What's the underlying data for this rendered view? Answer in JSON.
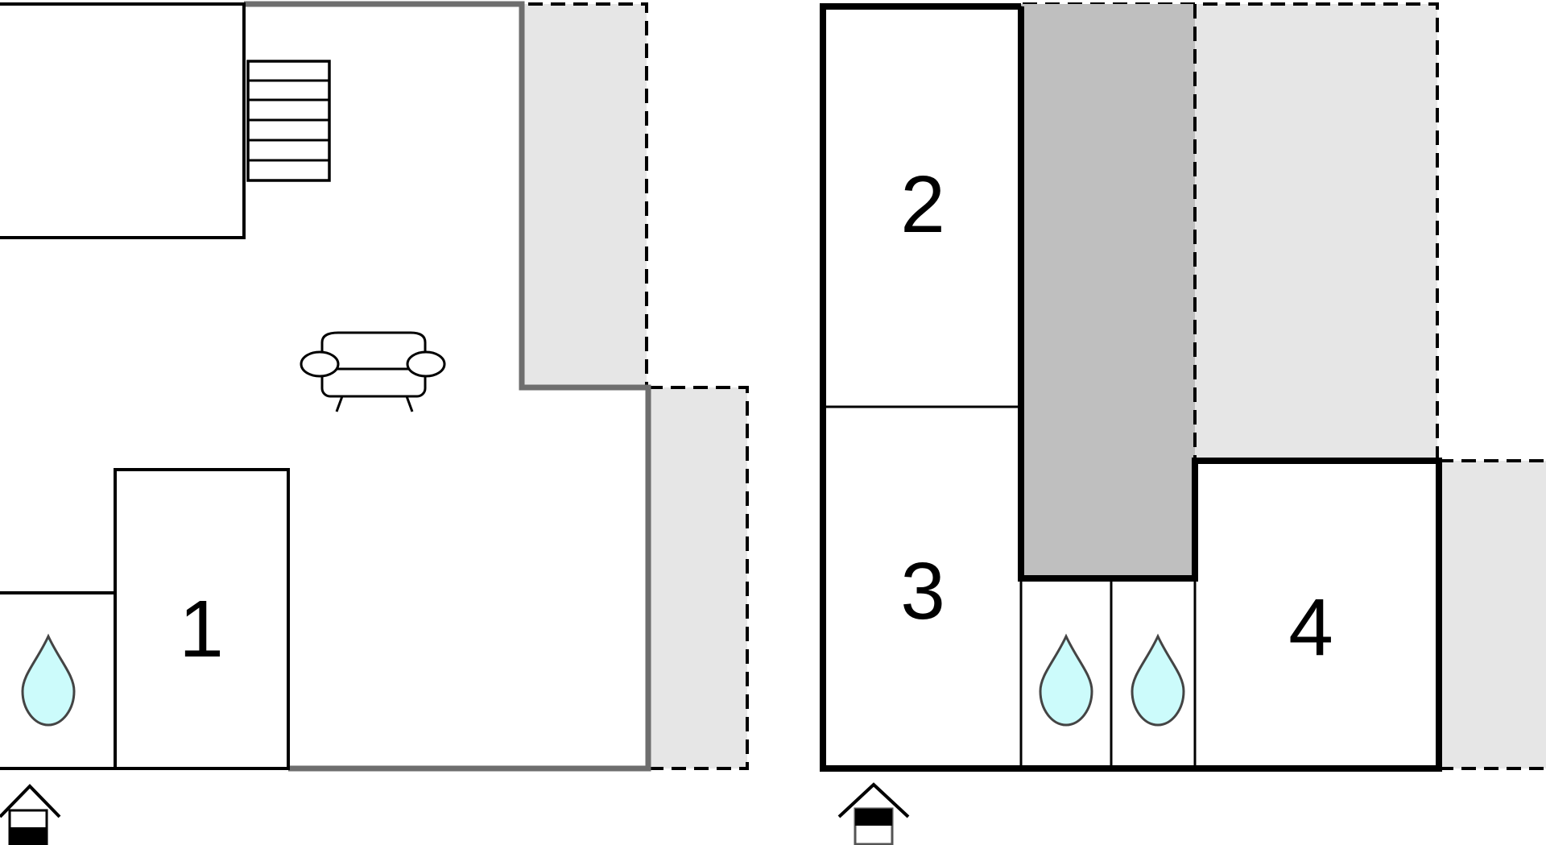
{
  "floor_plan": {
    "ground_floor": {
      "rooms": [
        {
          "label": "1"
        }
      ],
      "icons": [
        "staircase-icon",
        "sofa-icon",
        "water-drop-icon",
        "house-entrance-icon"
      ]
    },
    "upper_floor": {
      "rooms": [
        {
          "label": "2"
        },
        {
          "label": "3"
        },
        {
          "label": "4"
        }
      ],
      "icons": [
        "water-drop-icon",
        "water-drop-icon",
        "house-entrance-icon"
      ]
    },
    "colors": {
      "line": "#000000",
      "exterior_wall": "#6e6e6e",
      "outdoor_area": "#e6e6e6",
      "shaded_area": "#bfbfbf",
      "water": "#ccfbfb",
      "water_outline": "#444444"
    }
  }
}
